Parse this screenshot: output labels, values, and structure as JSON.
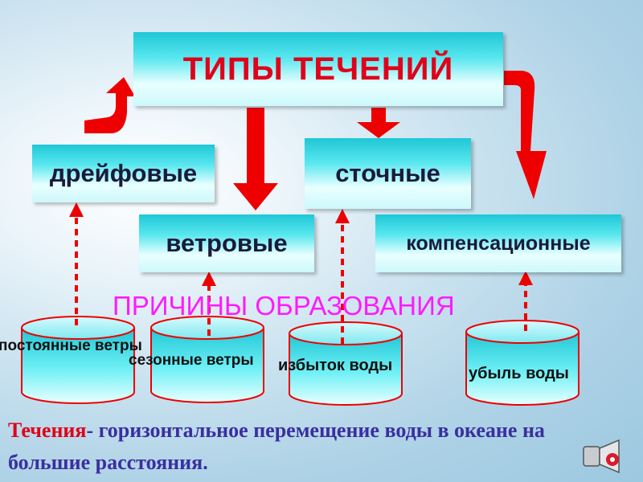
{
  "title": "ТИПЫ ТЕЧЕНИЙ",
  "types": {
    "drift": "дрейфовые",
    "stock": "сточные",
    "wind": "ветровые",
    "compensation": "компенсационные"
  },
  "causes_heading": "ПРИЧИНЫ ОБРАЗОВАНИЯ",
  "causes": [
    "постоянные ветры",
    "сезонные ветры",
    "избыток воды",
    "убыль воды"
  ],
  "definition": {
    "term": "Течения",
    "text": "- горизонтальное перемещение воды в океане на большие расстояния."
  },
  "colors": {
    "title_text": "#e0001a",
    "arrow": "#ee0000",
    "causes_heading": "#ff1aff",
    "definition_text": "#3a2fa0",
    "box_fill": "#58e7ef"
  },
  "icons": [
    "speaker-icon"
  ]
}
